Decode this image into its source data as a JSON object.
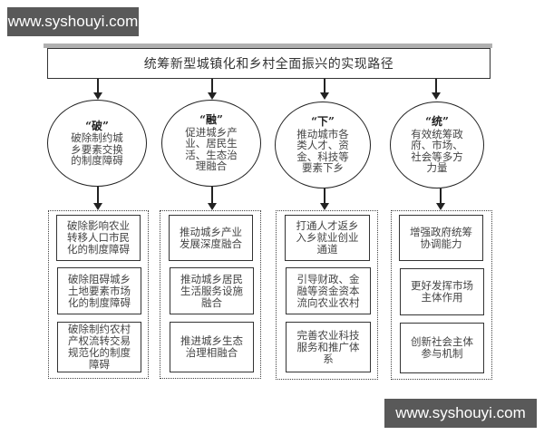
{
  "watermarks": {
    "top": "www.syshouyi.com",
    "bottom": "www.syshouyi.com"
  },
  "diagram": {
    "title": "统筹新型城镇化和乡村全面振兴的实现路径",
    "columns": [
      {
        "key": "“破”",
        "description": "破除制约城乡要素交换的制度障碍",
        "items": [
          "破除影响农业转移人口市民化的制度障碍",
          "破除阻碍城乡土地要素市场化的制度障碍",
          "破除制约农村产权流转交易规范化的制度障碍"
        ]
      },
      {
        "key": "“融”",
        "description": "促进城乡产业、居民生活、生态治理融合",
        "items": [
          "推动城乡产业发展深度融合",
          "推动城乡居民生活服务设施融合",
          "推进城乡生态治理相融合"
        ]
      },
      {
        "key": "“下”",
        "description": "推动城市各类人才、资金、科技等要素下乡",
        "items": [
          "打通人才返乡入乡就业创业通道",
          "引导财政、金融等资金资本流向农业农村",
          "完善农业科技服务和推广体系"
        ]
      },
      {
        "key": "“统”",
        "description": "有效统筹政府、市场、社会等多方力量",
        "items": [
          "增强政府统筹协调能力",
          "更好发挥市场主体作用",
          "创新社会主体参与机制"
        ]
      }
    ]
  }
}
